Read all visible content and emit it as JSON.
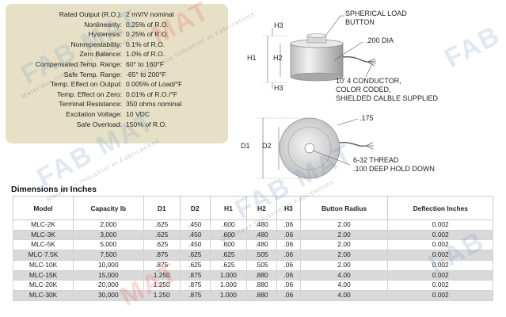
{
  "specs": [
    {
      "label": "Rated Output (R.O.):",
      "value": "2 mV/V nominal"
    },
    {
      "label": "Nonlinearity:",
      "value": "0.25% of R.O."
    },
    {
      "label": "Hysteresis:",
      "value": "0.25% of R.O."
    },
    {
      "label": "Nonrepeatability:",
      "value": "0.1% of R.O."
    },
    {
      "label": "Zero Balance:",
      "value": "1.0% of R.O."
    },
    {
      "label": "Compensated Temp. Range:",
      "value": "60° to 160°F"
    },
    {
      "label": "Safe Temp. Range:",
      "value": "-65° to 200°F"
    },
    {
      "label": "Temp. Effect on Output:",
      "value": "0.005% of Load/°F"
    },
    {
      "label": "Temp. Effect on Zero:",
      "value": "0.01% of R.O./°F"
    },
    {
      "label": "Terminal Resistance:",
      "value": "350 ohms nominal"
    },
    {
      "label": "Excitation Voltage:",
      "value": "10 VDC"
    },
    {
      "label": "Safe Overload:",
      "value": "150% of R.O."
    }
  ],
  "diagram": {
    "h3_top": "H3",
    "h1": "H1",
    "h2": "H2",
    "h3_bottom": "H3",
    "spherical_line1": "SPHERICAL LOAD",
    "spherical_line2": "BUTTON",
    "dia": ".200 DIA",
    "cable_line1": "10' 4 CONDUCTOR,",
    "cable_line2": "COLOR CODED,",
    "cable_line3": "SHIELDED CALBLE SUPPLIED",
    "d1": "D1",
    "d2": "D2",
    "dim_175": ".175",
    "thread_line1": "6-32 THREAD",
    "thread_line2": ".100 DEEP HOLD DOWN"
  },
  "watermark": {
    "word_a": "FAB",
    "word_b": "MAT",
    "sub": "Materiaux Industriel et Fabrications"
  },
  "dimensions": {
    "title": "Dimensions in Inches",
    "headers": [
      "Model",
      "Capacity lb",
      "D1",
      "D2",
      "H1",
      "H2",
      "H3",
      "Button Radius",
      "Deflection Inches"
    ],
    "rows": [
      [
        "MLC-2K",
        "2,000",
        ".625",
        ".450",
        ".600",
        ".480",
        ".06",
        "2.00",
        "0.002"
      ],
      [
        "MLC-3K",
        "3,000",
        ".625",
        ".450",
        ".600",
        ".480",
        ".06",
        "2.00",
        "0.002"
      ],
      [
        "MLC-5K",
        "5,000",
        ".625",
        ".450",
        ".600",
        ".480",
        ".06",
        "2.00",
        "0.002"
      ],
      [
        "MLC-7.5K",
        "7,500",
        ".875",
        ".625",
        ".625",
        ".505",
        ".06",
        "2.00",
        "0.002"
      ],
      [
        "MLC-10K",
        "10,000",
        ".875",
        ".625",
        ".625",
        ".505",
        ".06",
        "2.00",
        "0.002"
      ],
      [
        "MLC-15K",
        "15,000",
        "1.250",
        ".875",
        "1.000",
        ".880",
        ".06",
        "4.00",
        "0.002"
      ],
      [
        "MLC-20K",
        "20,000",
        "1.250",
        ".875",
        "1.000",
        ".880",
        ".06",
        "4.00",
        "0.002"
      ],
      [
        "MLC-30K",
        "30,000",
        "1.250",
        ".875",
        "1.000",
        ".880",
        ".06",
        "4.00",
        "0.002"
      ]
    ]
  }
}
